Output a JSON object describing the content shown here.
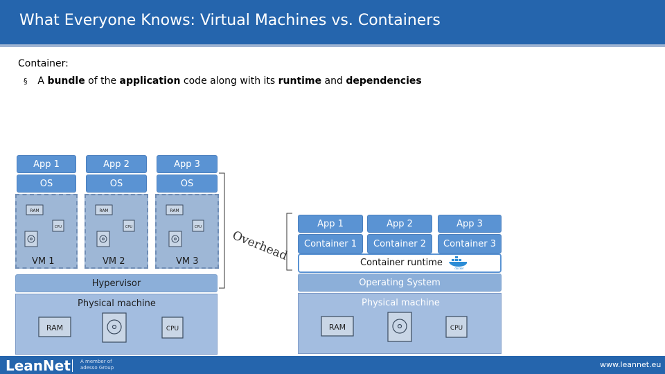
{
  "title": "What Everyone Knows: Virtual Machines vs. Containers",
  "body": {
    "heading": "Container:",
    "bullet_marker": "§",
    "bullet_parts": [
      "A ",
      "bundle",
      " of the ",
      "application",
      " code along with its ",
      "runtime",
      " and ",
      "dependencies"
    ]
  },
  "vm_side": {
    "apps": [
      "App 1",
      "App 2",
      "App 3"
    ],
    "oses": [
      "OS",
      "OS",
      "OS"
    ],
    "vms": [
      "VM 1",
      "VM 2",
      "VM 3"
    ],
    "hypervisor": "Hypervisor",
    "physical": "Physical machine",
    "chip_ram": "RAM",
    "chip_cpu": "CPU"
  },
  "overhead_label": "Overhead",
  "container_side": {
    "apps": [
      "App 1",
      "App 2",
      "App 3"
    ],
    "containers": [
      "Container 1",
      "Container 2",
      "Container 3"
    ],
    "runtime": "Container runtime",
    "runtime_logo_text": "docker",
    "os": "Operating System",
    "physical": "Physical machine",
    "chip_ram": "RAM",
    "chip_cpu": "CPU"
  },
  "footer": {
    "logo": "LeanNet",
    "member_line1": "A member of",
    "member_line2": "adesso Group",
    "url": "www.leannet.eu"
  },
  "colors": {
    "title_bar": "#2565ad",
    "box_blue": "#5a93d3",
    "vm_fill": "#9eb7d6",
    "physical_fill": "#a3bde0"
  }
}
